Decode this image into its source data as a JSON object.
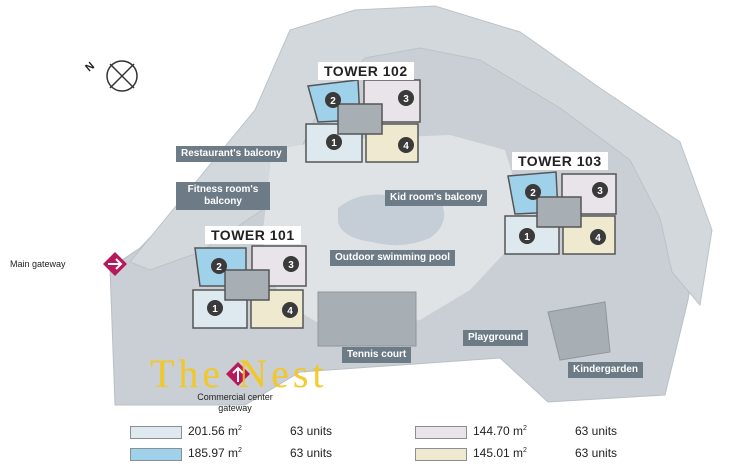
{
  "towers": [
    {
      "name": "TOWER  102",
      "units": [
        "1",
        "2",
        "3",
        "4"
      ]
    },
    {
      "name": "TOWER  103",
      "units": [
        "1",
        "2",
        "3",
        "4"
      ]
    },
    {
      "name": "TOWER  101",
      "units": [
        "1",
        "2",
        "3",
        "4"
      ]
    }
  ],
  "callouts": {
    "restaurant": "Restaurant's balcony",
    "fitness": "Fitness room's balcony",
    "kid_room": "Kid room's balcony",
    "pool": "Outdoor swimming pool",
    "playground": "Playground",
    "tennis": "Tennis court",
    "kindergarden": "Kindergarden"
  },
  "gateways": {
    "main": "Main gateway",
    "commercial": "Commercial center gateway"
  },
  "compass": {
    "label": "N"
  },
  "brand": "The Nest",
  "legend": [
    {
      "area": "201.56 m",
      "unit_sup": "2",
      "units": "63 units",
      "color": "#dde8ef"
    },
    {
      "area": "144.70 m",
      "unit_sup": "2",
      "units": "63 units",
      "color": "#e9e3ea"
    },
    {
      "area": "185.97 m",
      "unit_sup": "2",
      "units": "63 units",
      "color": "#9fd1ea"
    },
    {
      "area": "145.01 m",
      "unit_sup": "2",
      "units": "63 units",
      "color": "#efe9cf"
    }
  ],
  "colors": {
    "site": "#c9cfd4",
    "road": "#dfe3e6",
    "building": "#a7aeb4",
    "pool": "#c5ced6",
    "gateway": "#b5195c",
    "callout": "#6d7b86"
  }
}
